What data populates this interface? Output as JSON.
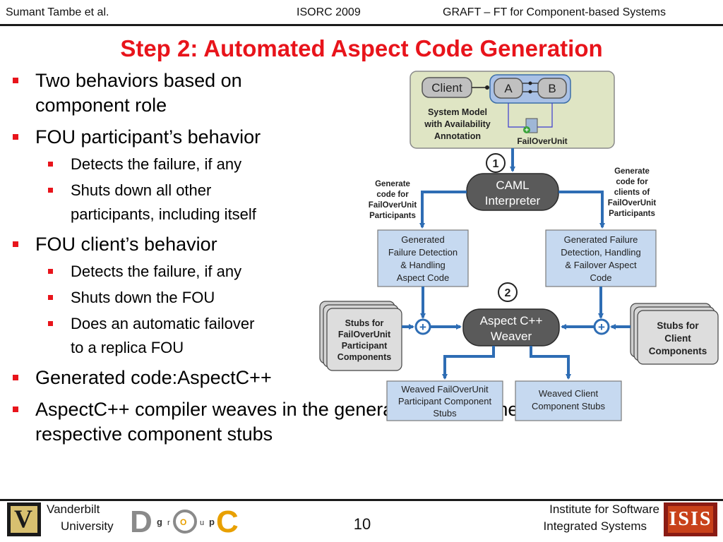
{
  "header": {
    "author": "Sumant Tambe et al.",
    "conference": "ISORC 2009",
    "short_title": "GRAFT – FT for Component-based Systems"
  },
  "slide": {
    "title": "Step 2: Automated Aspect Code Generation",
    "bullets": [
      {
        "level": 1,
        "text": "Two behaviors based on"
      },
      {
        "level": 1,
        "text": "component role",
        "cont": true
      },
      {
        "level": 1,
        "text": "FOU participant’s behavior"
      },
      {
        "level": 2,
        "text": "Detects the failure, if any"
      },
      {
        "level": 2,
        "text": "Shuts down all other"
      },
      {
        "level": 2,
        "text": "participants, including itself",
        "cont": true
      },
      {
        "level": 1,
        "text": "FOU client’s behavior"
      },
      {
        "level": 2,
        "text": "Detects the failure, if any"
      },
      {
        "level": 2,
        "text": "Shuts down the FOU"
      },
      {
        "level": 2,
        "text": "Does an automatic failover"
      },
      {
        "level": 2,
        "text": "to a replica FOU",
        "cont": true
      },
      {
        "level": 1,
        "text": "Generated code:AspectC++"
      },
      {
        "level": 1,
        "text": "AspectC++ compiler weaves in the generated code in the"
      },
      {
        "level": 1,
        "text": "respective component stubs",
        "cont": true
      }
    ]
  },
  "diagram": {
    "client_label": "Client",
    "comp_a": "A",
    "comp_b": "B",
    "system_model_label": [
      "System Model",
      "with Availability",
      "Annotation"
    ],
    "failoverunit_label": "FailOverUnit",
    "step1": "1",
    "step2": "2",
    "caml": [
      "CAML",
      "Interpreter"
    ],
    "gen_left_label": [
      "Generate",
      "code for",
      "FailOverUnit",
      "Participants"
    ],
    "gen_right_label": [
      "Generate",
      "code for",
      "clients of",
      "FailOverUnit",
      "Participants"
    ],
    "gen_left_box": [
      "Generated",
      "Failure Detection",
      "& Handling",
      "Aspect Code"
    ],
    "gen_right_box": [
      "Generated Failure",
      "Detection, Handling",
      "& Failover Aspect",
      "Code"
    ],
    "stubs_left": [
      "Stubs for",
      "FailOverUnit",
      "Participant",
      "Components"
    ],
    "stubs_right": [
      "Stubs for",
      "Client",
      "Components"
    ],
    "weaver": [
      "Aspect C++",
      "Weaver"
    ],
    "plus": "+",
    "weaved_left": [
      "Weaved FailOverUnit",
      "Participant Component",
      "Stubs"
    ],
    "weaved_right": [
      "Weaved Client",
      "Component Stubs"
    ]
  },
  "footer": {
    "university": [
      "Vanderbilt",
      "University"
    ],
    "doc_letters": [
      "D",
      "g",
      "r",
      "O",
      "u",
      "p",
      "C"
    ],
    "page_number": "10",
    "institute": [
      "Institute for Software",
      "Integrated Systems"
    ],
    "vu_logo_text": "V",
    "isis_logo_text": "ISIS"
  },
  "colors": {
    "title": "#e8141b",
    "bullet": "#e8141b",
    "arrow": "#2e6db4",
    "model_bg": "#dfe5c4",
    "gen_box_bg": "#c6d9f0",
    "process_bg": "#5a5a5a",
    "stub_bg": "#d9d9d9"
  }
}
